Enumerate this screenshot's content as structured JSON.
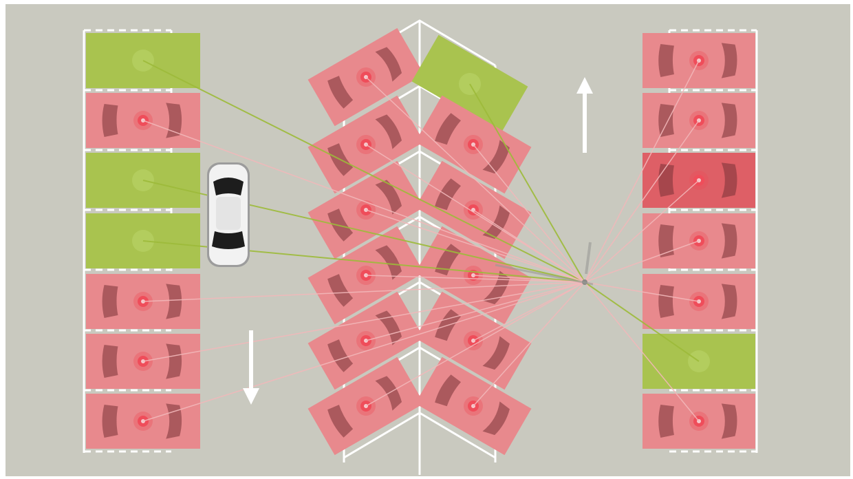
{
  "colors": {
    "ground": "#c9c9bf",
    "free": "#a9c34f",
    "occupied": "#e8898d",
    "occupied_highlight": "#de5f66",
    "sensor_ring": "#ef4d5a",
    "lines": "#ffffff"
  },
  "lot": {
    "left_row": [
      "free",
      "occupied",
      "free",
      "free",
      "occupied",
      "occupied",
      "occupied"
    ],
    "right_row": [
      "occupied",
      "occupied",
      "highlight",
      "occupied",
      "occupied",
      "free",
      "occupied"
    ],
    "chevron_left": [
      "occupied",
      "occupied",
      "occupied",
      "occupied",
      "occupied",
      "occupied"
    ],
    "chevron_right": [
      "free",
      "occupied",
      "occupied",
      "occupied",
      "occupied",
      "occupied"
    ]
  },
  "summary": {
    "total_spots": 26,
    "free_spots": 5
  }
}
